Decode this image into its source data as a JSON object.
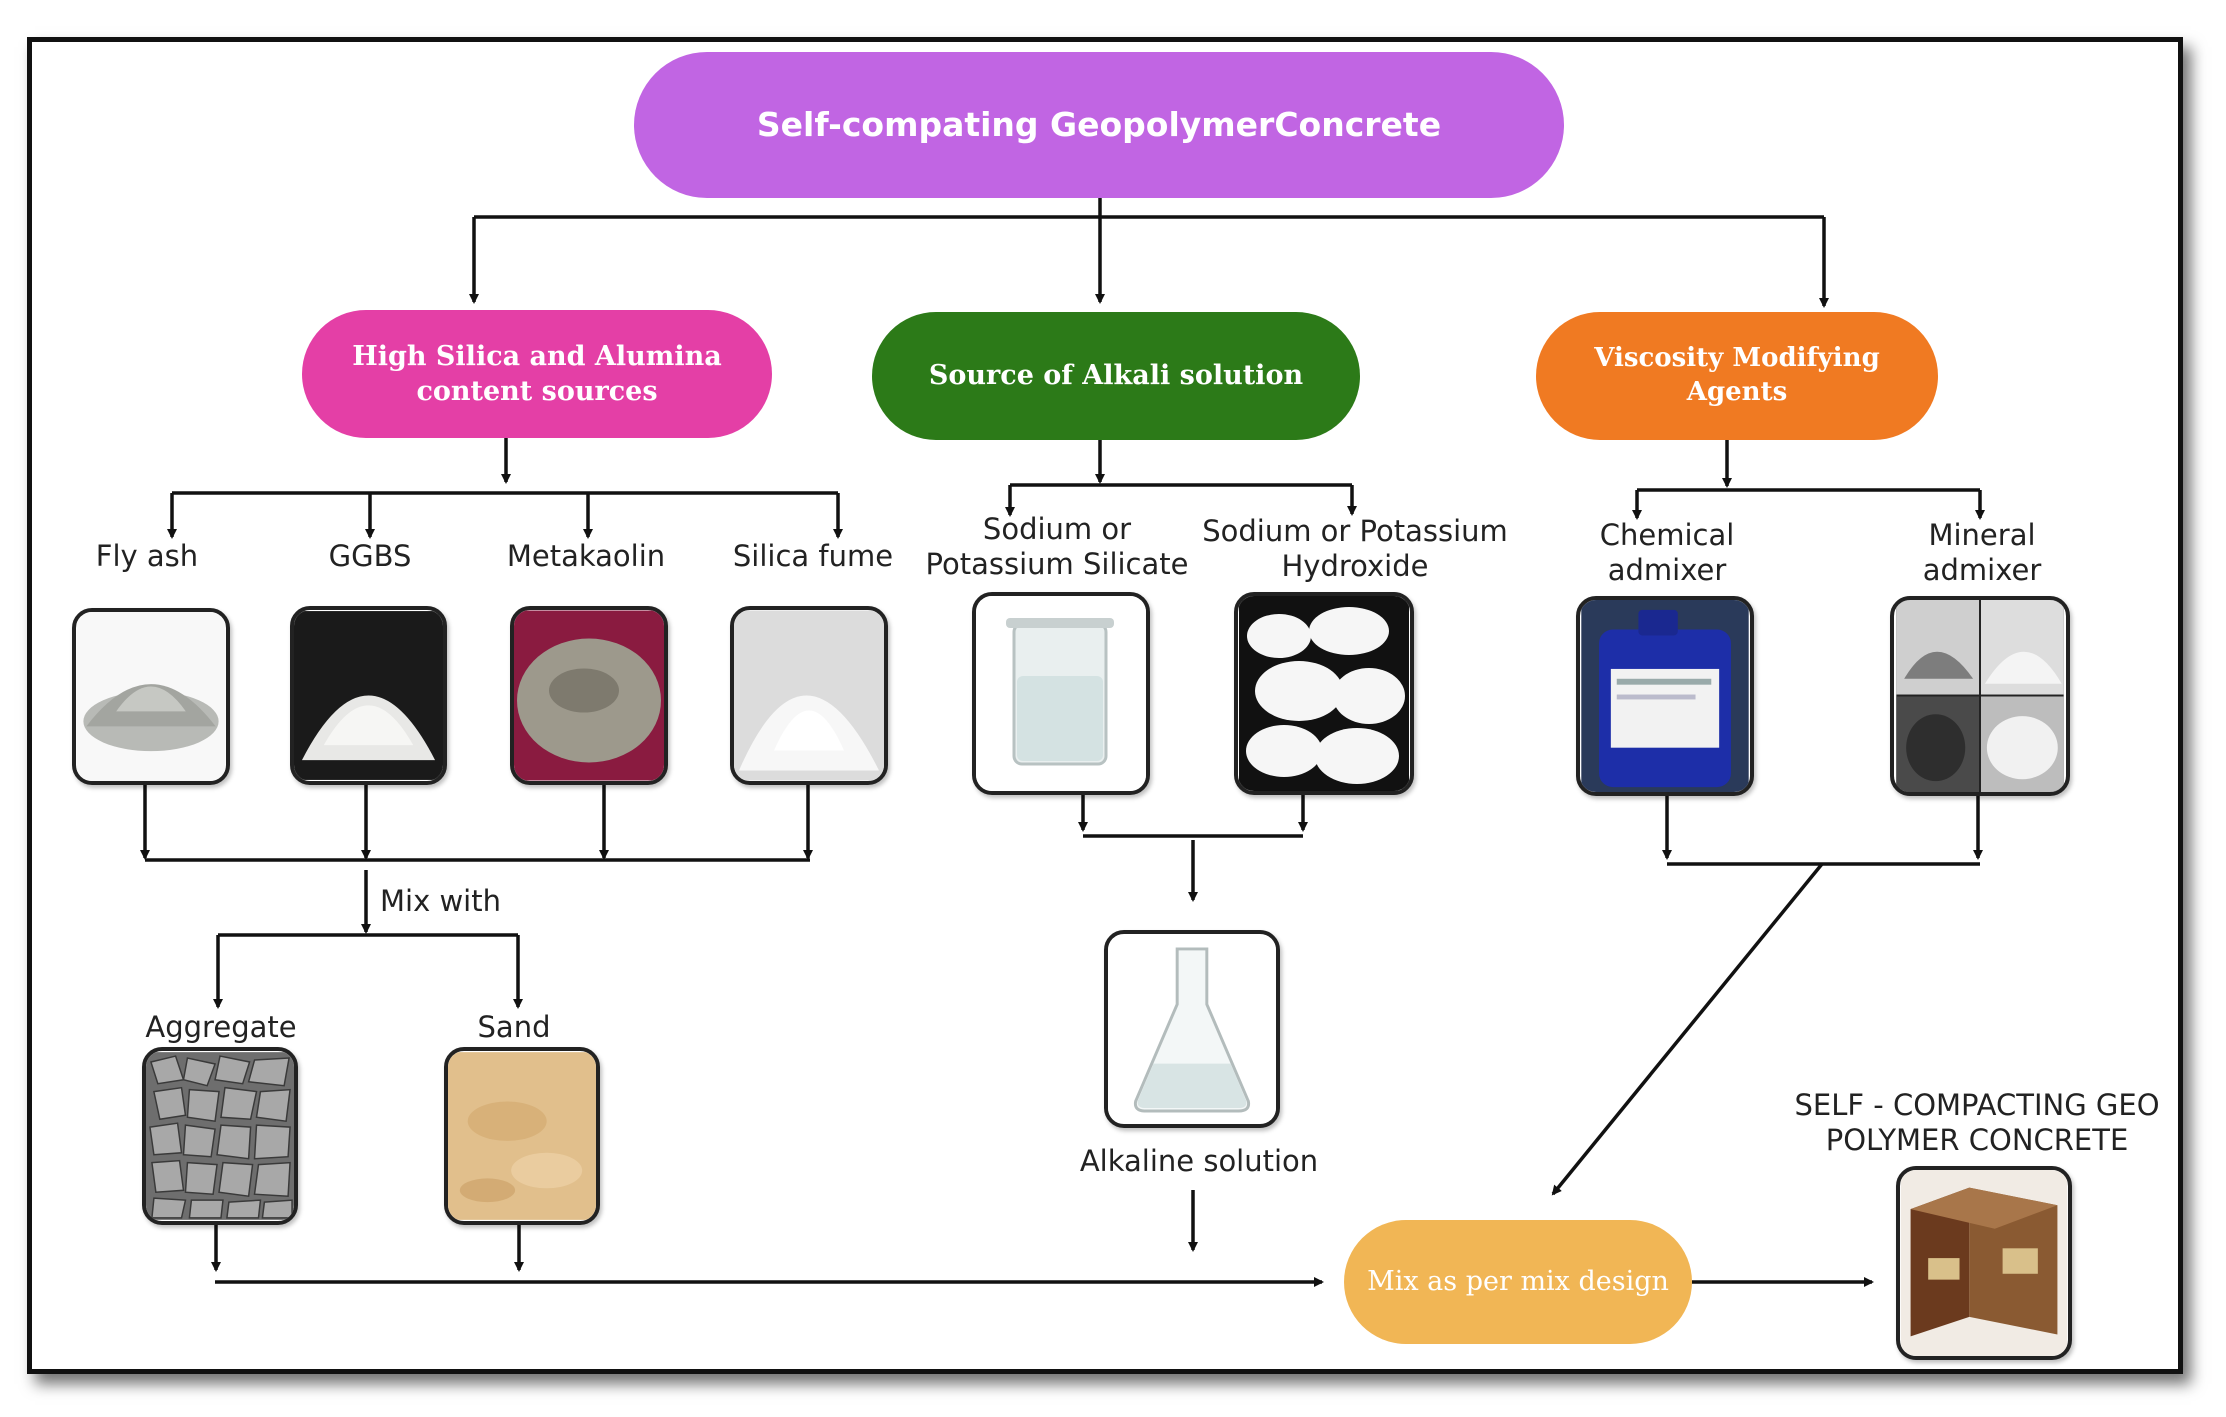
{
  "title": "Self-compating GeopolymerConcrete",
  "branches": {
    "silica": "High Silica and Alumina content sources",
    "alkali": "Source of Alkali solution",
    "viscosity": "Viscosity Modifying Agents"
  },
  "materials": {
    "fly_ash": "Fly ash",
    "ggbs": "GGBS",
    "metakaolin": "Metakaolin",
    "silica_fume": "Silica fume",
    "silicate": "Sodium or Potassium Silicate",
    "hydroxide": "Sodium or Potassium Hydroxide",
    "chemical": "Chemical admixer",
    "mineral": "Mineral admixer"
  },
  "mix_with": "Mix with",
  "aggregate": "Aggregate",
  "sand": "Sand",
  "alkaline": "Alkaline solution",
  "mix_design": "Mix as per mix design",
  "product": "SELF - COMPACTING GEO POLYMER CONCRETE",
  "colors": {
    "title": "#c165e3",
    "silica": "#e43fa6",
    "alkali": "#2c7a18",
    "viscosity": "#f07a22",
    "mix": "#f1b655"
  }
}
